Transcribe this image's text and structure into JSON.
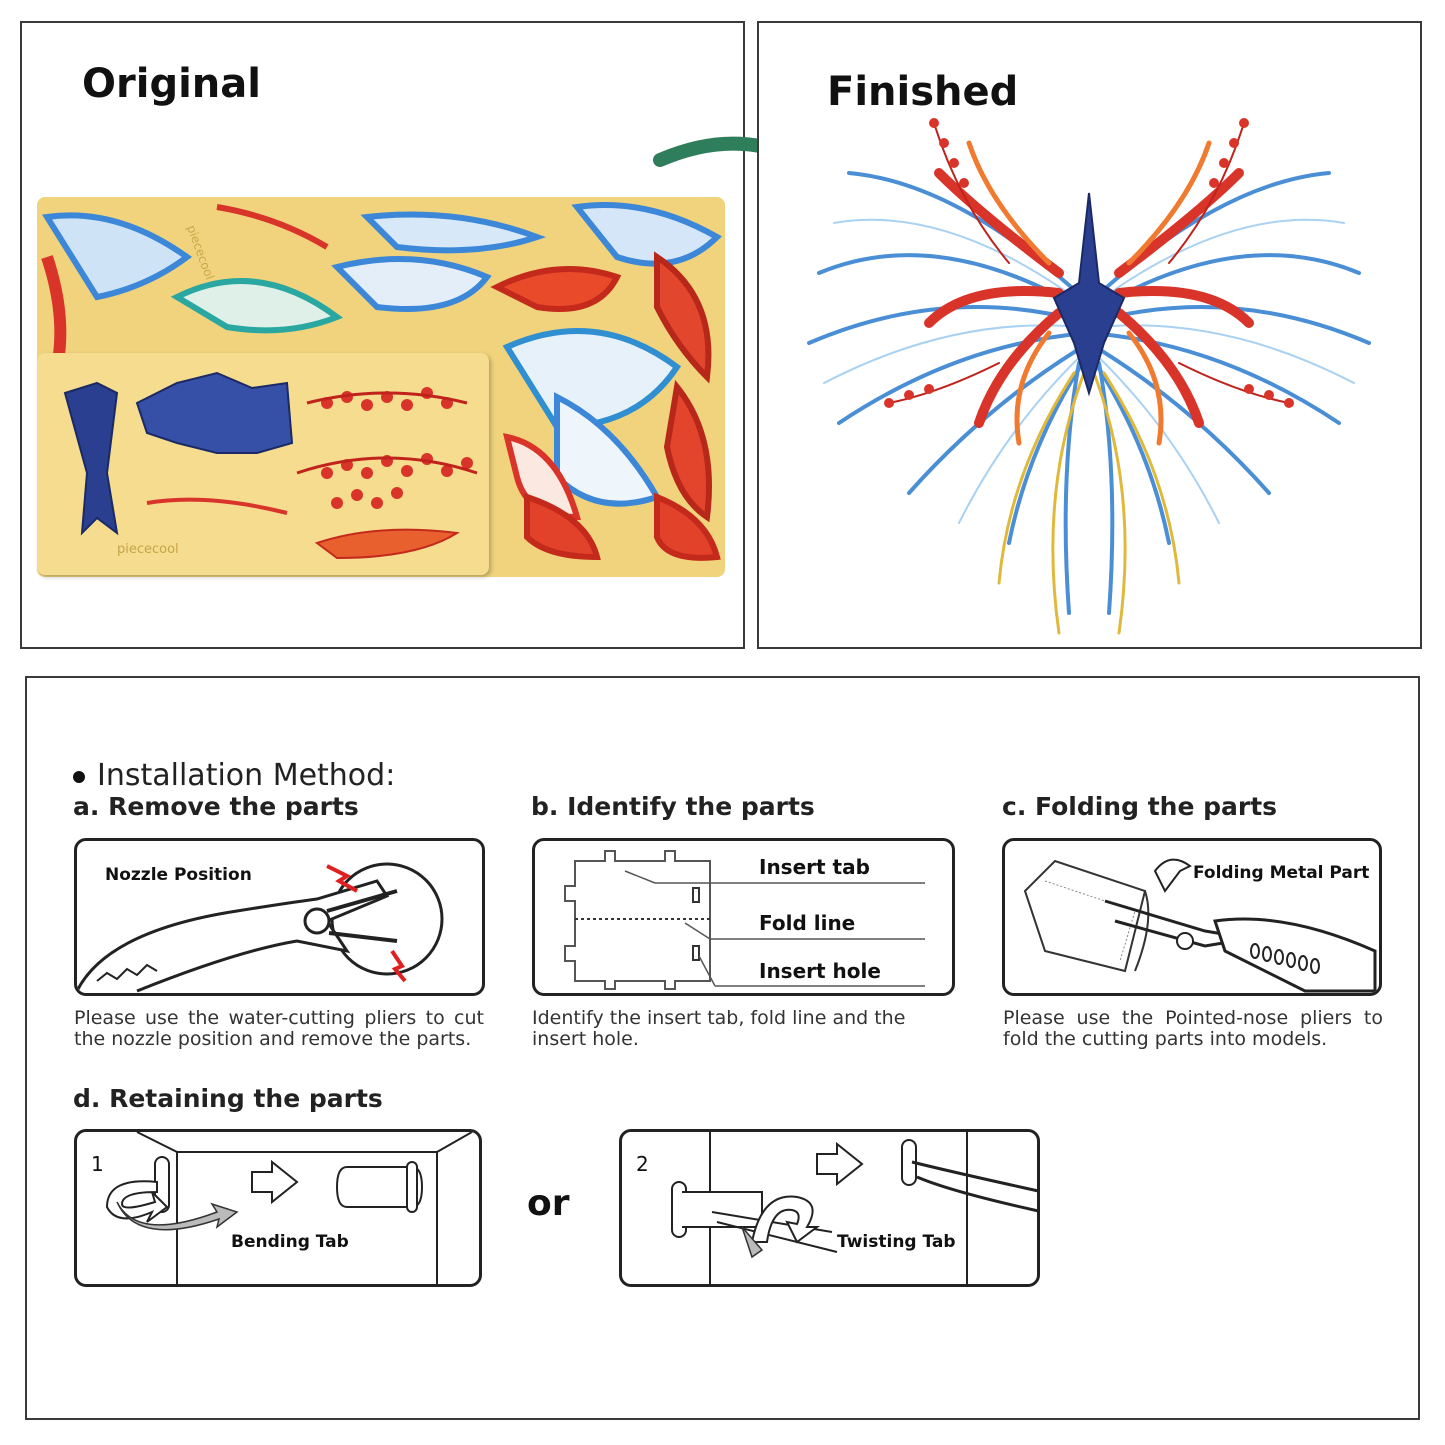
{
  "top": {
    "original_label": "Original",
    "finished_label": "Finished",
    "sheet_brand_1": "piececool",
    "sheet_brand_2": "piececool"
  },
  "instructions": {
    "section_title": "Installation Method:",
    "steps": [
      {
        "title": "a. Remove the parts",
        "callout": "Nozzle Position",
        "description": "Please use the water-cutting pliers to cut the nozzle position and remove the parts."
      },
      {
        "title": "b. Identify the parts",
        "labels": [
          "Insert tab",
          "Fold line",
          "Insert hole"
        ],
        "description": "Identify the insert tab, fold line and the insert hole."
      },
      {
        "title": "c. Folding the parts",
        "callout": "Folding Metal Part",
        "description": "Please use the Pointed-nose pliers to fold the cutting parts into models."
      },
      {
        "title": "d. Retaining the parts",
        "option_1_number": "1",
        "option_1_label": "Bending Tab",
        "or_text": "or",
        "option_2_number": "2",
        "option_2_label": "Twisting Tab"
      }
    ]
  },
  "colors": {
    "sheet_gold": "#f3d98a",
    "wing_blue": "#4a8fd6",
    "feather_red": "#d9342a",
    "arrow_green": "#2e7d5b",
    "navy": "#2a3f8f"
  }
}
